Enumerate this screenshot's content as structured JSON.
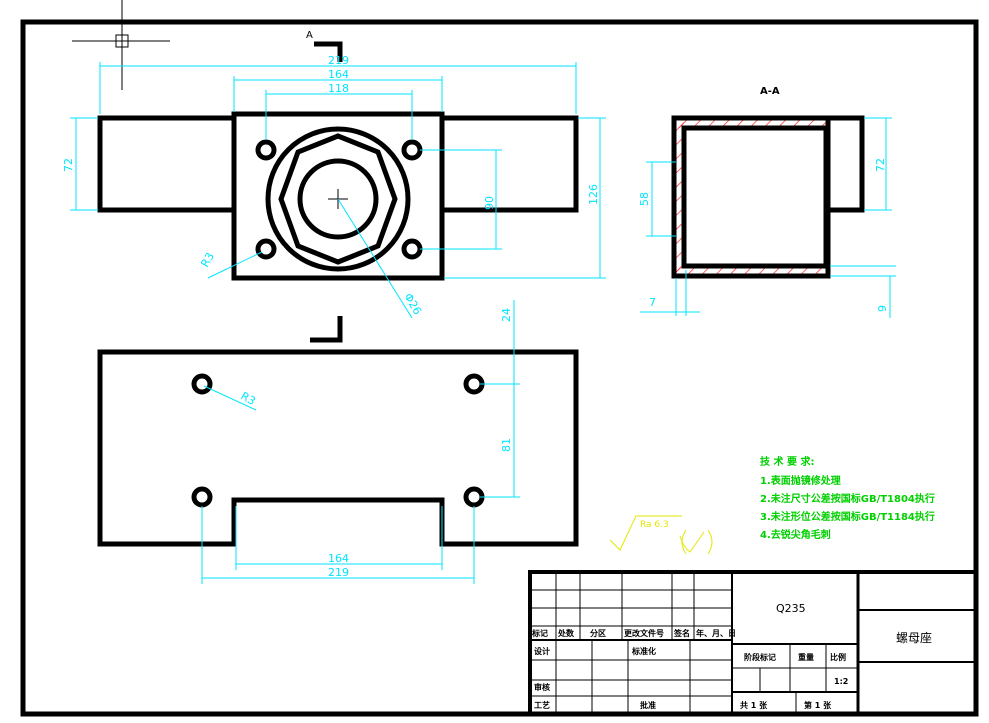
{
  "drawing": {
    "section_label": "A-A",
    "section_marker": "A",
    "dimensions": {
      "front_overall": "219",
      "front_mid": "164",
      "front_holes": "118",
      "left_height": "72",
      "right_height": "126",
      "hole_spacing_v": "90",
      "hole_radius": "R3",
      "bore": "Φ26",
      "section_height": "58",
      "section_right": "72",
      "section_wall": "7",
      "section_bottom": "9",
      "top_offset": "24",
      "bottom_hole_spacing": "81",
      "bottom_hole_radius": "R3",
      "bottom_mid": "164",
      "bottom_overall": "219"
    },
    "roughness": "Ra 6.3",
    "tech_requirements": {
      "heading": "技 术 要 求:",
      "items": [
        "1.表面抛镜修处理",
        "2.未注尺寸公差按国标GB/T1804执行",
        "3.未注形位公差按国标GB/T1184执行",
        "4.去锐尖角毛刺"
      ]
    },
    "title_block": {
      "material": "Q235",
      "part_name": "螺母座",
      "header_row": [
        "标记",
        "处数",
        "分区",
        "更改文件号",
        "签名",
        "年、月、日"
      ],
      "design": "设计",
      "standardize": "标准化",
      "stage_mark": "阶段标记",
      "weight": "重量",
      "scale": "比例",
      "scale_value": "1:2",
      "review": "审核",
      "process": "工艺",
      "approve": "批准",
      "sheets_total": "共 1 张",
      "sheet_no": "第 1 张"
    }
  }
}
